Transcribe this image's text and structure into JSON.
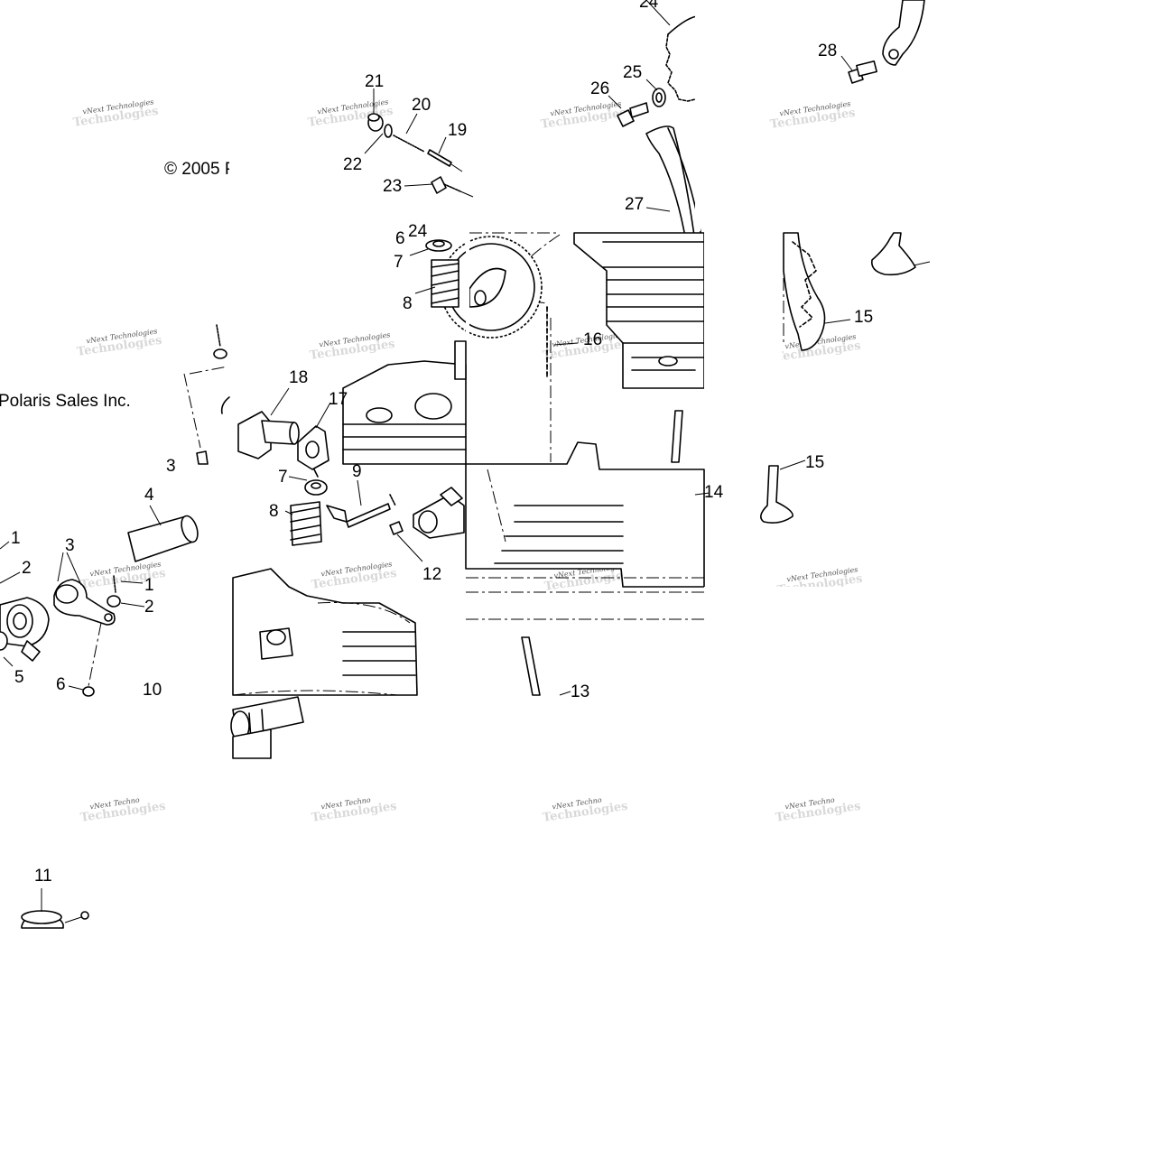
{
  "diagram": {
    "copyright_fragment": "© 2005 P",
    "copyright_owner_fragment": "Polaris Sales Inc.",
    "watermark": "vNext Technologies",
    "watermark_cut": "vNext Techno",
    "watermark_shadow": "Technologies"
  },
  "callouts": {
    "c1a": "1",
    "c1b": "1",
    "c2a": "2",
    "c2b": "2",
    "c3": "3",
    "c4": "4",
    "c5": "5",
    "c6a": "6",
    "c6b": "6",
    "c7a": "7",
    "c7b": "7",
    "c8a": "8",
    "c8b": "8",
    "c9": "9",
    "c10": "10",
    "c11": "11",
    "c12": "12",
    "c13": "13",
    "c14": "14",
    "c15": "15",
    "c16": "16",
    "c17": "17",
    "c18": "18",
    "c19": "19",
    "c20": "20",
    "c21": "21",
    "c22": "22",
    "c23": "23",
    "c24": "24",
    "c24b": "24",
    "c25": "25",
    "c26": "26",
    "c27": "27",
    "c28": "28",
    "c3b": "3",
    "c15b": "15"
  }
}
